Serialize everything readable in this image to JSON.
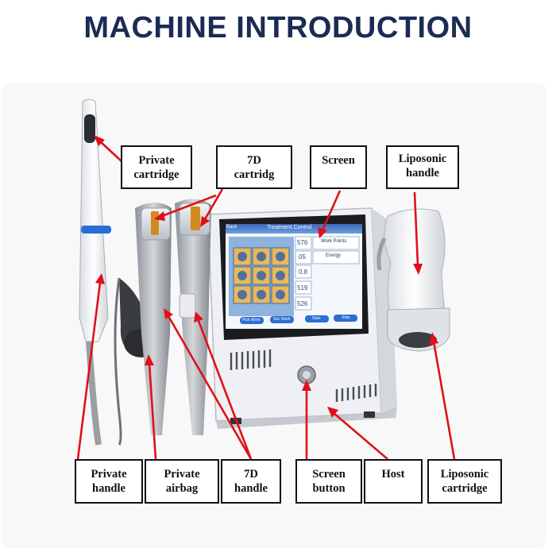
{
  "title": "MACHINE INTRODUCTION",
  "screen_ui": {
    "back": "Back",
    "header": "Treatment Control",
    "values": [
      "576",
      "05",
      "0.8",
      "519",
      "526"
    ],
    "work_points": "Work Points",
    "energy": "Energy",
    "buttons": [
      "Pick Work",
      "Sec Work",
      "Start",
      "Stop"
    ]
  },
  "labels": {
    "private_cartridge": [
      "Private",
      "cartridge"
    ],
    "seven_d_cartridg": [
      "7D",
      "cartridg"
    ],
    "screen": [
      "Screen"
    ],
    "liposonic_handle": [
      "Liposonic",
      "handle"
    ],
    "private_handle": [
      "Private",
      "handle"
    ],
    "private_airbag": [
      "Private",
      "airbag"
    ],
    "seven_d_handle": [
      "7D",
      "handle"
    ],
    "screen_button": [
      "Screen",
      "button"
    ],
    "host": [
      "Host"
    ],
    "liposonic_cartridge": [
      "Liposonic",
      "cartridge"
    ]
  },
  "colors": {
    "title": "#1c2b52",
    "arrow": "#e0101a",
    "label_border": "#111111"
  }
}
